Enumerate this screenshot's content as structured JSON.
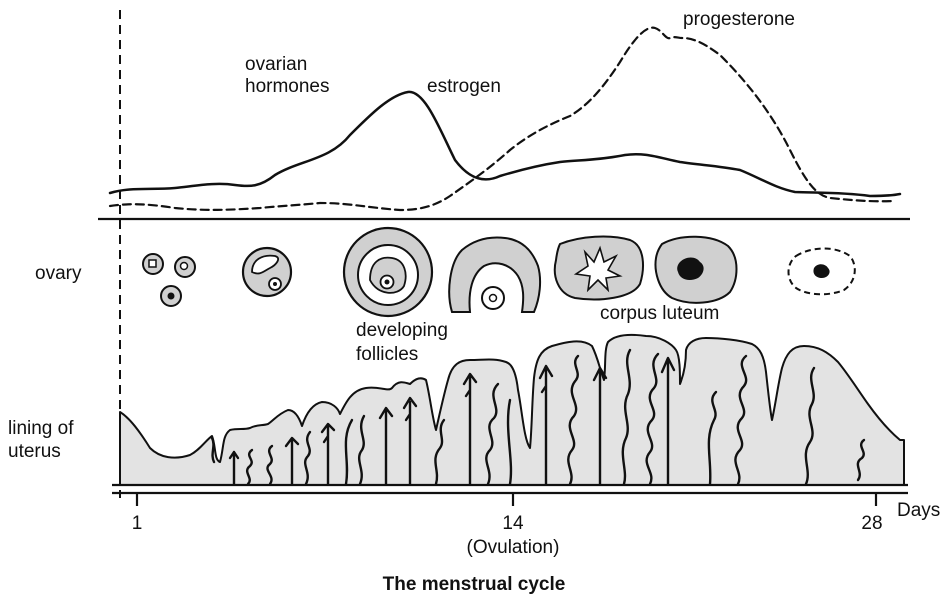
{
  "labels": {
    "ovarian_hormones_line1": "ovarian",
    "ovarian_hormones_line2": "hormones",
    "estrogen": "estrogen",
    "progesterone": "progesterone",
    "ovary": "ovary",
    "developing_follicles_line1": "developing",
    "developing_follicles_line2": "follicles",
    "corpus_luteum": "corpus luteum",
    "lining_line1": "lining of",
    "lining_line2": "uterus"
  },
  "axis": {
    "day_start": "1",
    "day_ovulation": "14",
    "ovulation_note": "(Ovulation)",
    "day_end": "28",
    "unit": "Days"
  },
  "title": "The menstrual cycle",
  "colors": {
    "ink": "#111111",
    "tissue_fill": "#e3e3e3",
    "follicle_fill": "#d0d0d0"
  }
}
